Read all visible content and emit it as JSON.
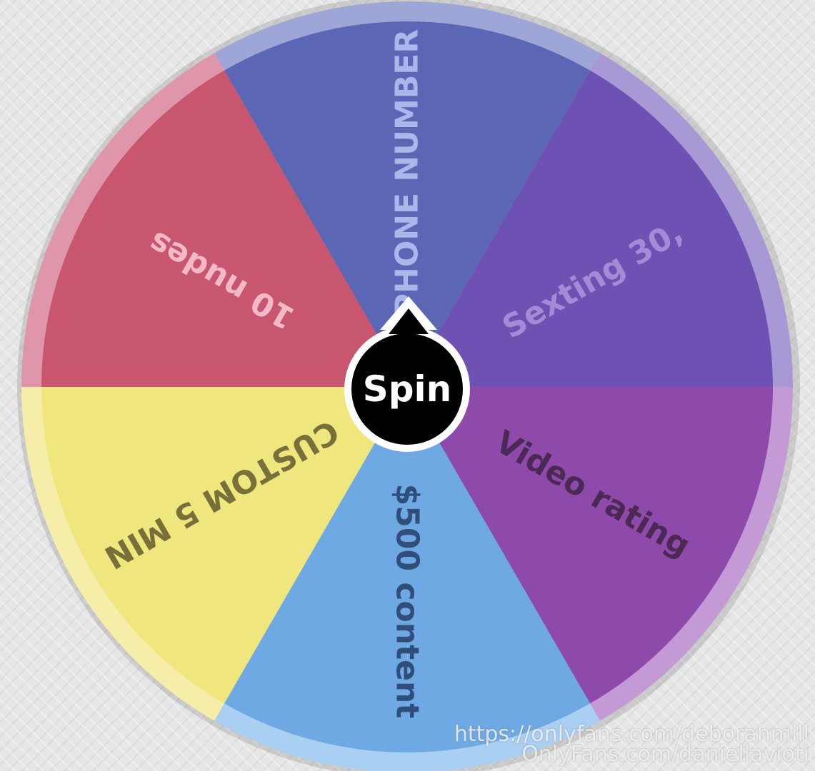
{
  "wheel": {
    "segments": [
      {
        "label": "PHONE NUMBER",
        "color": "#5b66b5",
        "rim": "#9ea6d8",
        "text_color": "#a9b8ea"
      },
      {
        "label": "Sexting 30,",
        "color": "#6e52b3",
        "rim": "#a898d6",
        "text_color": "#a58ad6"
      },
      {
        "label": "Video rating",
        "color": "#8e4aab",
        "rim": "#c39ad6",
        "text_color": "#4a2a55"
      },
      {
        "label": "$500 content",
        "color": "#6fa9e3",
        "rim": "#a9cff2",
        "text_color": "#2f4f7a"
      },
      {
        "label": "CUSTOM 5 MIN",
        "color": "#f0e67e",
        "rim": "#f6eea8",
        "text_color": "#77703a"
      },
      {
        "label": "10 nudes",
        "color": "#c8566f",
        "rim": "#e096aa",
        "text_color": "#f2b9c6"
      }
    ]
  },
  "spin_button": {
    "label": "Spin",
    "color": "#000000",
    "border_color": "#ffffff"
  },
  "watermarks": [
    "OnlyFans.com/daniellavioti",
    "https://onlyfans.com/deborahmill"
  ]
}
